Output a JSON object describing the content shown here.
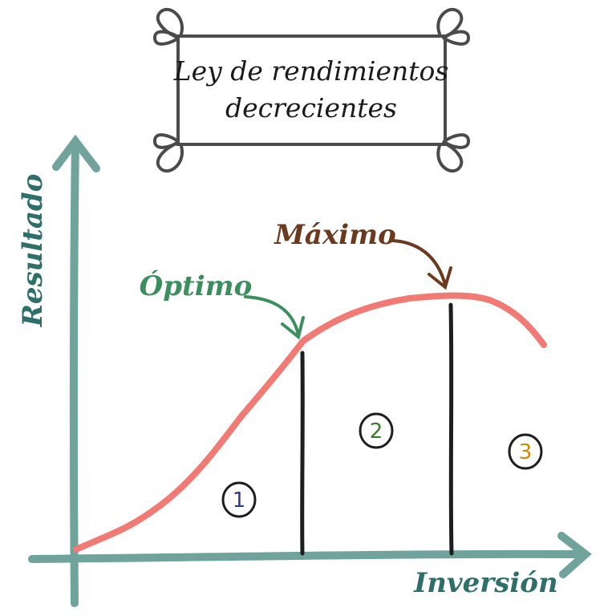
{
  "title": {
    "line1": "Ley de rendimientos",
    "line2": "decrecientes"
  },
  "axes": {
    "y_label": "Resultado",
    "x_label": "Inversión"
  },
  "annotations": {
    "optimum": "Óptimo",
    "maximum": "Máximo"
  },
  "zones": [
    "1",
    "2",
    "3"
  ],
  "colors": {
    "axis": "#6fa39c",
    "axis_label": "#2e6f6a",
    "curve": "#f27a75",
    "optimum": "#3a8f5c",
    "maximum": "#6b3a1e",
    "frame": "#4b4b4b",
    "divider": "#1e1e1e",
    "zone1": "#2d3a8c",
    "zone2": "#3a7a2e",
    "zone3": "#c98a10"
  }
}
